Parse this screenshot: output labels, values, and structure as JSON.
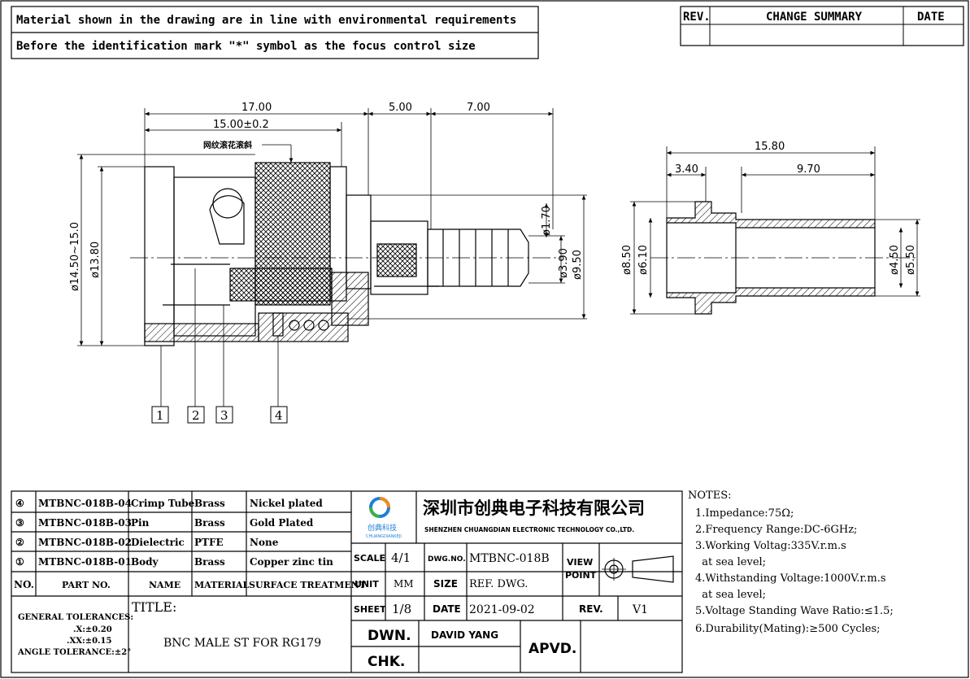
{
  "header": {
    "line1": "Material shown in the drawing are in line with environmental requirements",
    "line2": "Before the identification mark \"*\" symbol as the focus control size"
  },
  "rev_block": {
    "rev": "REV.",
    "change": "CHANGE SUMMARY",
    "date": "DATE"
  },
  "dims": {
    "d17": "17.00",
    "d15": "15.00±0.2",
    "d5": "5.00",
    "d7": "7.00",
    "knurl_note": "网纹滚花滚斜",
    "d1450": "ø14.50~15.0",
    "d1380": "ø13.80",
    "d170": "ø1.70",
    "d390": "ø3.90",
    "d950": "ø9.50",
    "d1580": "15.80",
    "d340": "3.40",
    "d970": "9.70",
    "d850": "ø8.50",
    "d610": "ø6.10",
    "d450": "ø4.50",
    "d550": "ø5.50"
  },
  "callouts": [
    "1",
    "2",
    "3",
    "4"
  ],
  "bom": [
    {
      "no": "④",
      "part": "MTBNC-018B-04",
      "name": "Crimp Tube",
      "material": "Brass",
      "surface": "Nickel plated"
    },
    {
      "no": "③",
      "part": "MTBNC-018B-03",
      "name": "Pin",
      "material": "Brass",
      "surface": "Gold Plated"
    },
    {
      "no": "②",
      "part": "MTBNC-018B-02",
      "name": "Dielectric",
      "material": "PTFE",
      "surface": "None"
    },
    {
      "no": "①",
      "part": "MTBNC-018B-01",
      "name": "Body",
      "material": "Brass",
      "surface": "Copper zinc tin"
    }
  ],
  "bom_header": {
    "no": "NO.",
    "part": "PART NO.",
    "name": "NAME",
    "material": "MATERIAL",
    "surface": "SURFACE TREATMENT"
  },
  "tolerances": {
    "title": "GENERAL TOLERANCES:",
    "x": ".X:±0.20",
    "xx": ".XX:±0.15",
    "angle": "ANGLE TOLERANCE:±2°"
  },
  "title_block": {
    "title_label": "TITLE:",
    "title": "BNC MALE ST FOR RG179",
    "company_cn": "深圳市创典电子科技有限公司",
    "company_en": "SHENZHEN CHUANGDIAN ELECTRONIC TECHNOLOGY CO.,LTD.",
    "logo_cn": "创典科技",
    "logo_en": "CHUANGDIANKEJI",
    "scale_label": "SCALE",
    "scale": "4/1",
    "dwg_label": "DWG.NO.",
    "dwg": "MTBNC-018B",
    "view_label1": "VIEW",
    "view_label2": "POINT",
    "unit_label": "UNIT",
    "unit": "MM",
    "size_label": "SIZE",
    "size": "REF. DWG.",
    "sheet_label": "SHEET",
    "sheet": "1/8",
    "date_label": "DATE",
    "date": "2021-09-02",
    "rev_label": "REV.",
    "rev": "V1",
    "dwn_label": "DWN.",
    "dwn": "DAVID YANG",
    "chk_label": "CHK.",
    "apvd_label": "APVD."
  },
  "notes": {
    "title": "NOTES:",
    "items": [
      "1.Impedance:75Ω;",
      "2.Frequency Range:DC-6GHz;",
      "3.Working Voltag:335V.r.m.s",
      "  at sea level;",
      "4.Withstanding Voltage:1000V.r.m.s",
      "  at sea level;",
      "5.Voltage Standing Wave Ratio:≤1.5;",
      "6.Durability(Mating):≥500 Cycles;"
    ]
  },
  "colors": {
    "line": "#000000",
    "logo_blue": "#1e7fd6",
    "logo_orange": "#f08a1c",
    "logo_green": "#36b14a"
  }
}
